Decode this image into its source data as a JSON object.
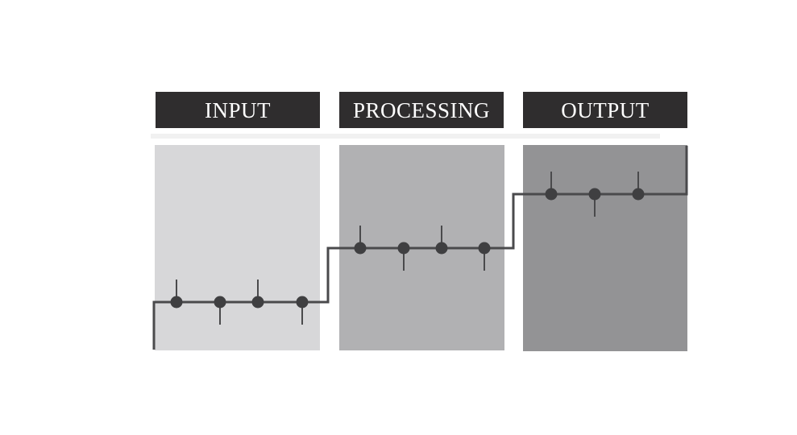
{
  "stages": [
    {
      "label": "INPUT",
      "panel_color": "#d7d7d9"
    },
    {
      "label": "PROCESSING",
      "panel_color": "#b1b1b3"
    },
    {
      "label": "OUTPUT",
      "panel_color": "#939395"
    }
  ],
  "colors": {
    "header": "#2f2d2e",
    "line": "#4a4a4c",
    "node": "#3f3f41",
    "divider": "#f1f1f1"
  }
}
